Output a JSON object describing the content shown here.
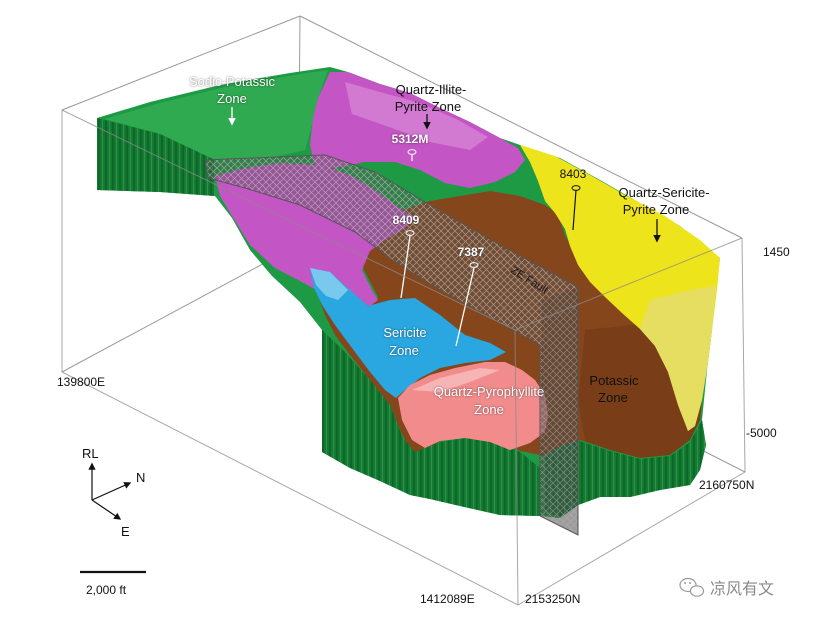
{
  "zones": {
    "sodic_potassic": {
      "line1": "Sodic-Potassic",
      "line2": "Zone",
      "color": "#1f9a44"
    },
    "quartz_illite_pyrite": {
      "line1": "Quartz-Illite-",
      "line2": "Pyrite Zone",
      "color": "#c455c4"
    },
    "quartz_sericite_pyrite": {
      "line1": "Quartz-Sericite-",
      "line2": "Pyrite Zone",
      "color": "#eee41c"
    },
    "sericite": {
      "line1": "Sericite",
      "line2": "Zone",
      "color": "#2aa6e0"
    },
    "potassic": {
      "line1": "Potassic",
      "line2": "Zone",
      "color": "#86461c"
    },
    "quartz_pyrophyllite": {
      "line1": "Quartz-Pyrophyllite",
      "line2": "Zone",
      "color": "#f28c8c"
    }
  },
  "fault": {
    "label": "ZE Fault",
    "color": "#555555"
  },
  "drill_holes": {
    "h5312m": "5312M",
    "h8403": "8403",
    "h8409": "8409",
    "h7387": "7387"
  },
  "axes": {
    "rl_top": "1450",
    "rl_bottom": "-5000",
    "easting_left": "139800E",
    "easting_front": "1412089E",
    "northing_front": "2153250N",
    "northing_right": "2160750N"
  },
  "compass": {
    "up": "RL",
    "north": "N",
    "east": "E"
  },
  "scale_bar": {
    "label": "2,000 ft"
  },
  "watermark": {
    "text": "凉风有文",
    "icon": "wechat-icon"
  }
}
